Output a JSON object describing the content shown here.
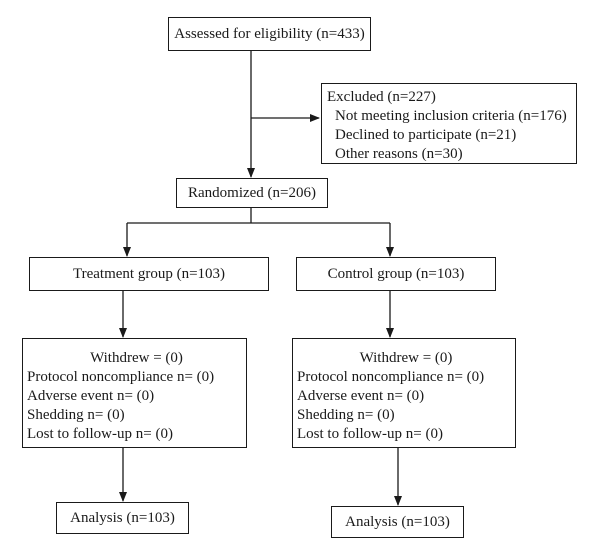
{
  "flow": {
    "assessed": "Assessed for eligibility (n=433)",
    "excluded": {
      "title": "Excluded (n=227)",
      "reasons": [
        "Not meeting inclusion criteria (n=176)",
        "Declined to participate (n=21)",
        "Other reasons (n=30)"
      ]
    },
    "randomized": "Randomized (n=206)",
    "treatment": {
      "group": "Treatment group (n=103)",
      "withdrew": "Withdrew = (0)",
      "details": [
        "Protocol noncompliance n= (0)",
        "Adverse event n= (0)",
        "Shedding n= (0)",
        "Lost to follow-up n= (0)"
      ],
      "analysis": "Analysis (n=103)"
    },
    "control": {
      "group": "Control group (n=103)",
      "withdrew": "Withdrew = (0)",
      "details": [
        "Protocol noncompliance n= (0)",
        "Adverse event n= (0)",
        "Shedding n= (0)",
        "Lost to follow-up n= (0)"
      ],
      "analysis": "Analysis (n=103)"
    }
  },
  "colors": {
    "line": "#1a1a1a",
    "box_border": "#1a1a1a",
    "background": "#ffffff"
  }
}
